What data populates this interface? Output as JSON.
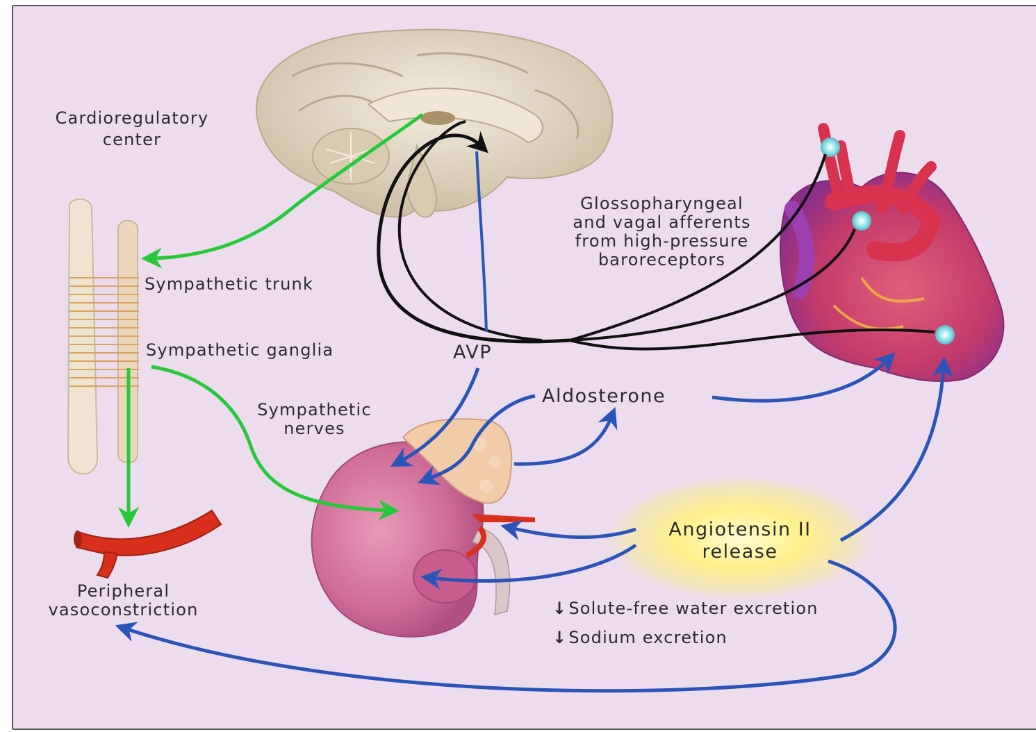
{
  "labels": {
    "cardioregulatory_line1": "Cardioregulatory",
    "cardioregulatory_line2": "center",
    "sympathetic_trunk": "Sympathetic trunk",
    "sympathetic_ganglia": "Sympathetic ganglia",
    "sympathetic_nerves_line1": "Sympathetic",
    "sympathetic_nerves_line2": "nerves",
    "glosso_line1": "Glossopharyngeal",
    "glosso_line2": "and vagal afferents",
    "glosso_line3": "from high-pressure",
    "glosso_line4": "baroreceptors",
    "avp": "AVP",
    "aldosterone": "Aldosterone",
    "angiotensin_line1": "Angiotensin II",
    "angiotensin_line2": "release",
    "peripheral_line1": "Peripheral",
    "peripheral_line2": "vasoconstriction",
    "solute_free": "Solute-free water excretion",
    "sodium": "Sodium excretion",
    "down_arrow": "↓"
  },
  "colors": {
    "background": "#ecdcee",
    "green_arrow": "#27c93a",
    "blue_arrow": "#2a55b8",
    "black_arrow": "#111111",
    "brain": "#e4d9c6",
    "spine": "#efe4d2",
    "kidney": "#cf6a97",
    "heart": "#c23a6b",
    "vessel": "#d8301d",
    "glow": "#fff59a",
    "receptor": "#8fe3ea"
  },
  "icons": {
    "brain": "brain-illustration",
    "spine": "spinal-column-illustration",
    "kidney": "kidney-illustration",
    "adrenal": "adrenal-gland-illustration",
    "heart": "heart-illustration",
    "artery": "artery-illustration"
  }
}
